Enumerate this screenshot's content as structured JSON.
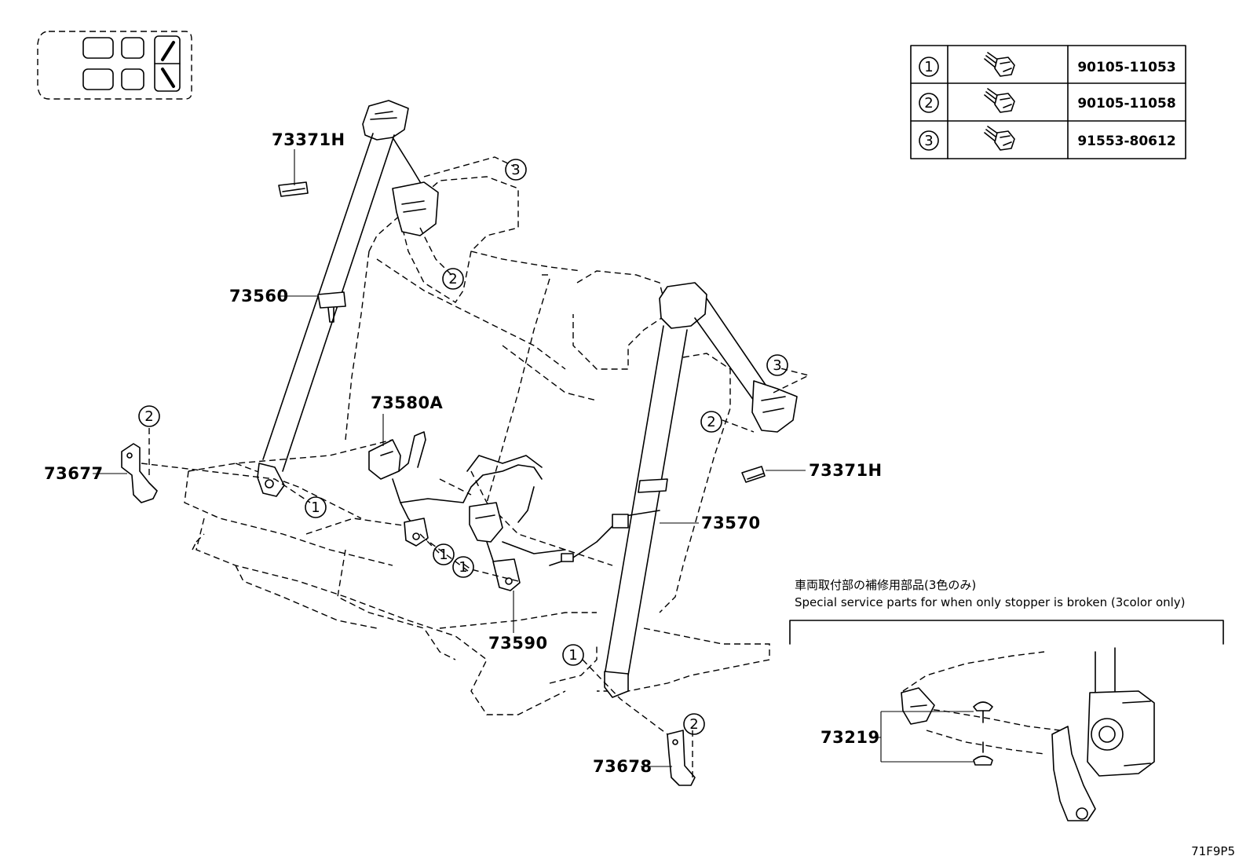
{
  "callouts": {
    "p73371H_a": "73371H",
    "p73371H_b": "73371H",
    "p73560": "73560",
    "p73580A": "73580A",
    "p73677": "73677",
    "p73570": "73570",
    "p73590": "73590",
    "p73678": "73678",
    "p73219": "73219"
  },
  "circle_refs": {
    "one": "1",
    "two": "2",
    "three": "3"
  },
  "fastener_table": {
    "rows": [
      {
        "ref": "1",
        "part_number": "90105-11053"
      },
      {
        "ref": "2",
        "part_number": "90105-11058"
      },
      {
        "ref": "3",
        "part_number": "91553-80612"
      }
    ]
  },
  "inset": {
    "title_jp": "車両取付部の補修用部品(3色のみ)",
    "title_en": "Special service parts for when only stopper is broken (3color only)"
  },
  "figure_code": "71F9P5"
}
